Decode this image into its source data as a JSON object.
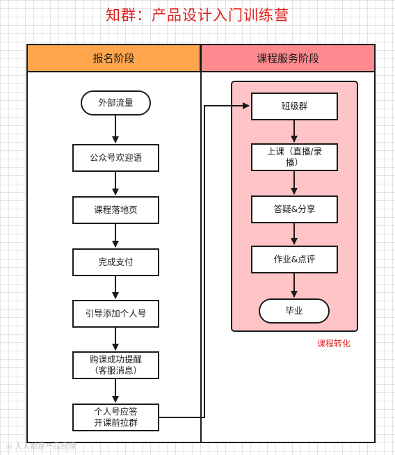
{
  "title": "知群：产品设计入门训练营",
  "lanes": {
    "left_header": "报名阶段",
    "right_header": "课程服务阶段"
  },
  "left_flow": [
    {
      "label": "外部流量",
      "shape": "terminal"
    },
    {
      "label": "公众号欢迎语",
      "shape": "process"
    },
    {
      "label": "课程落地页",
      "shape": "process"
    },
    {
      "label": "完成支付",
      "shape": "process"
    },
    {
      "label": "引导添加个人号",
      "shape": "process"
    },
    {
      "label": "购课成功提醒\n（客服消息）",
      "shape": "process"
    },
    {
      "label": "个人号应答\n开课前拉群",
      "shape": "process"
    }
  ],
  "right_flow": [
    {
      "label": "班级群",
      "shape": "process"
    },
    {
      "label": "上课（直播/录\n播）",
      "shape": "process"
    },
    {
      "label": "答疑&分享",
      "shape": "process"
    },
    {
      "label": "作业&点评",
      "shape": "process"
    },
    {
      "label": "毕业",
      "shape": "terminal"
    }
  ],
  "group_label": "课程转化",
  "watermark": "人人都是产品经理",
  "colors": {
    "title": "#e0201b",
    "left_header_fill": "#ffa64d",
    "right_header_fill": "#ff8a8f",
    "group_fill": "#ffc4c5",
    "group_label": "#e0201b"
  }
}
